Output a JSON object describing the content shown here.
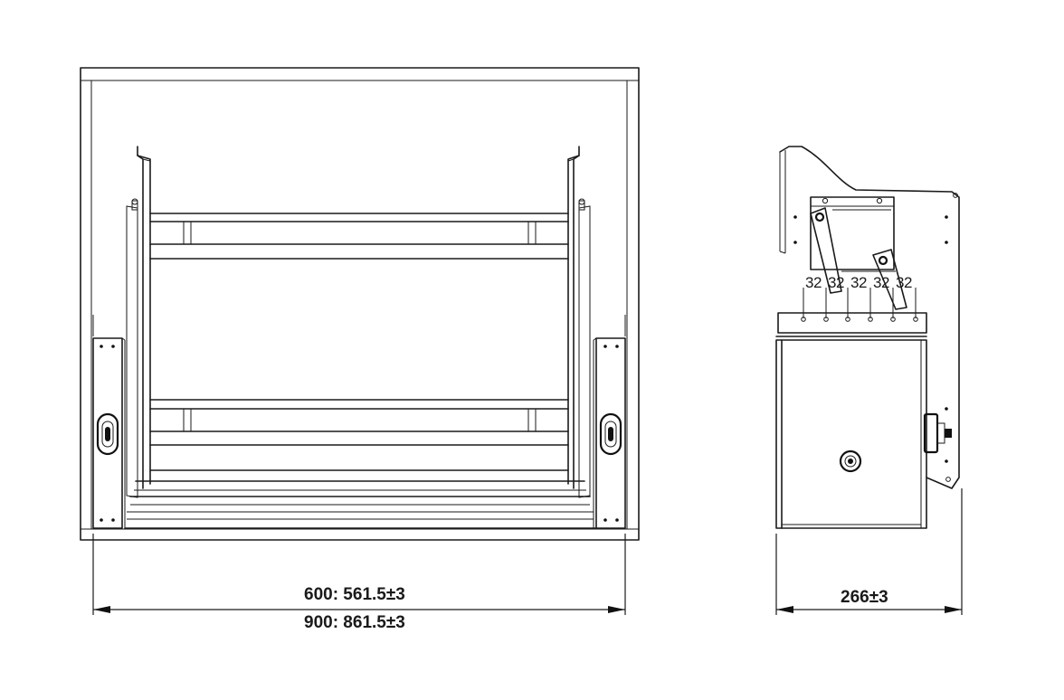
{
  "front_view": {
    "dimension_600": "600: 561.5±3",
    "dimension_900": "900: 861.5±3"
  },
  "side_view": {
    "dimension_depth": "266±3",
    "hole_pitch_labels": [
      "32",
      "32",
      "32",
      "32",
      "32"
    ]
  },
  "colors": {
    "line": "#1a1a1a",
    "background": "#ffffff"
  }
}
